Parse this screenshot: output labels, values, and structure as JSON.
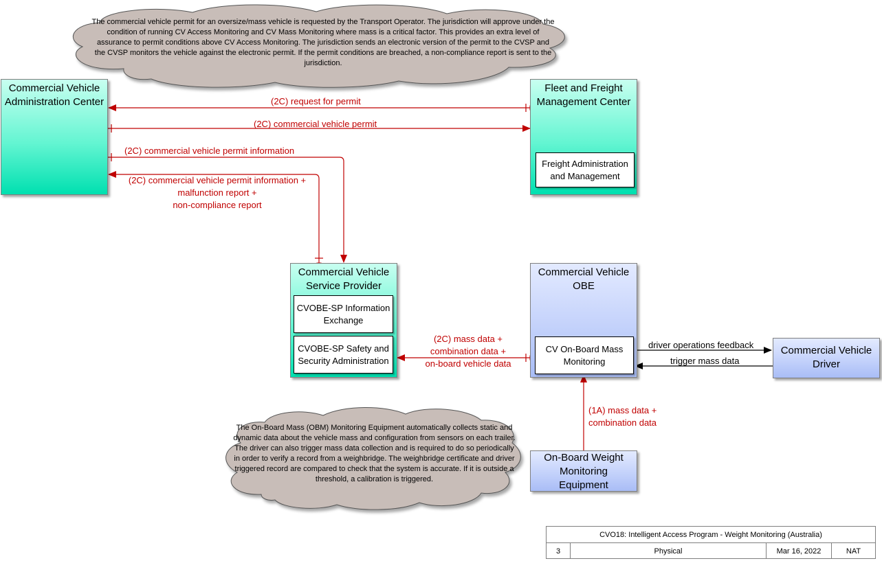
{
  "notes": {
    "top": "The commercial vehicle permit for an oversize/mass vehicle is requested by the Transport Operator. The jurisdiction will approve under the condition of running CV Access Monitoring and CV Mass Monitoring where mass is a critical factor. This provides an extra level of assurance to permit conditions above CV Access Monitoring. The jurisdiction sends an electronic version of the permit to the CVSP and the CVSP monitors the vehicle against the electronic permit. If the permit conditions are breached, a non-compliance report is sent to the jurisdiction.",
    "bottom": "The On-Board Mass (OBM) Monitoring Equipment automatically collects static and dynamic data about the vehicle mass and configuration from sensors on each trailer. The driver can also trigger mass data collection and is required to do so periodically in order to verify a record from a weighbridge. The weighbridge certificate and driver triggered record are compared to check that the system is accurate. If it is outside a threshold, a calibration is triggered."
  },
  "nodes": {
    "cvac": "Commercial Vehicle Administration Center",
    "ffmc": "Fleet and Freight Management Center",
    "ffmc_inner": "Freight Administration and Management",
    "cvsp": "Commercial Vehicle Service Provider",
    "cvsp_inner1": "CVOBE-SP Information Exchange",
    "cvsp_inner2": "CVOBE-SP Safety and Security Administration",
    "cvobe": "Commercial Vehicle OBE",
    "cvobe_inner": "CV On-Board Mass Monitoring",
    "obwme": "On-Board Weight Monitoring Equipment",
    "driver": "Commercial Vehicle Driver"
  },
  "flows": {
    "request_permit": "(2C) request for permit",
    "cv_permit": "(2C) commercial vehicle permit",
    "permit_info": "(2C) commercial vehicle permit information",
    "permit_info_report_1": "(2C) commercial vehicle permit information +",
    "permit_info_report_2": "malfunction report +",
    "permit_info_report_3": "non-compliance report",
    "mass_combo_1": "(2C) mass data +",
    "mass_combo_2": "combination data +",
    "mass_combo_3": "on-board vehicle data",
    "obm_mass_1": "(1A) mass data +",
    "obm_mass_2": "combination data",
    "driver_feedback": "driver operations feedback",
    "trigger_mass": "trigger mass data"
  },
  "footer": {
    "title": "CVO18: Intelligent Access Program - Weight Monitoring (Australia)",
    "number": "3",
    "view": "Physical",
    "date": "Mar 16, 2022",
    "org": "NAT"
  },
  "colors": {
    "flow": "#c00000",
    "center_fill": "#3cf0c8",
    "field_fill": "#b8c8f8"
  }
}
